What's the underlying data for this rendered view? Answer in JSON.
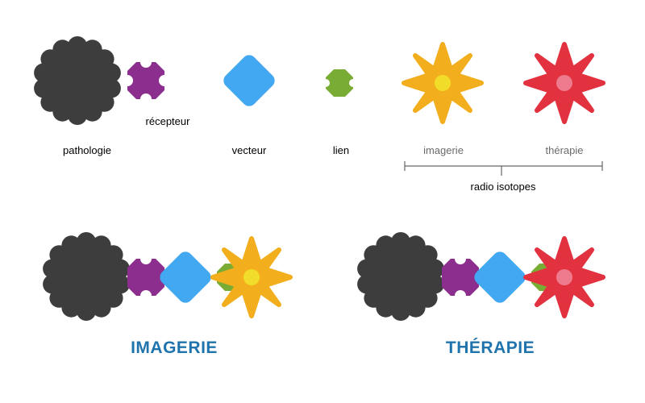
{
  "labels": {
    "pathologie": "pathologie",
    "recepteur": "récepteur",
    "vecteur": "vecteur",
    "lien": "lien",
    "imagerie": "imagerie",
    "therapie": "thérapie",
    "radio_isotopes": "radio isotopes"
  },
  "titles": {
    "imagerie": "IMAGERIE",
    "therapie": "THÉRAPIE"
  },
  "colors": {
    "pathologie": "#3d3d3d",
    "recepteur": "#8b2e8e",
    "vecteur": "#42a8f2",
    "lien": "#79ac35",
    "imagerie_star": "#f2ae1c",
    "imagerie_core": "#f1dc2a",
    "therapie_star": "#e2323f",
    "therapie_core": "#ee7a8e",
    "title": "#1f74ad",
    "label": "#000000",
    "label_light": "#6b6b6b"
  }
}
